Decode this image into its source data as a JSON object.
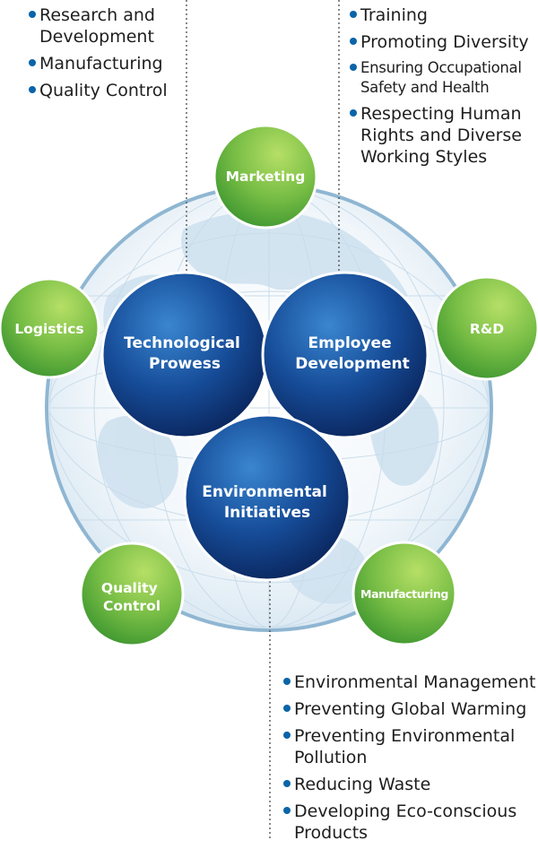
{
  "lists": {
    "technology": [
      "Research and Development",
      "Manufacturing",
      "Quality Control"
    ],
    "employee": [
      "Training",
      "Promoting Diversity",
      "Ensuring Occupational Safety and Health",
      "Respecting Human Rights and Diverse Working Styles"
    ],
    "environment": [
      "Environmental Management",
      "Preventing Global Warming",
      "Preventing Environmental Pollution",
      "Reducing Waste",
      "Developing Eco-conscious Products"
    ]
  },
  "core": {
    "technology": [
      "Technological",
      "Prowess"
    ],
    "employee": [
      "Employee",
      "Development"
    ],
    "environment": [
      "Environmental",
      "Initiatives"
    ]
  },
  "functions": {
    "marketing": [
      "Marketing"
    ],
    "rd": [
      "R&D"
    ],
    "logistics": [
      "Logistics"
    ],
    "quality": [
      "Quality",
      "Control"
    ],
    "manufacturing": [
      "Manufacturing"
    ]
  },
  "colors": {
    "core_dark": "#0b2d6e",
    "core_light": "#2f78c4",
    "green_dark": "#3f9a32",
    "green_light": "#a6d55a",
    "globe_ring": "#8fb6d2",
    "bullet": "#0a64a8"
  }
}
